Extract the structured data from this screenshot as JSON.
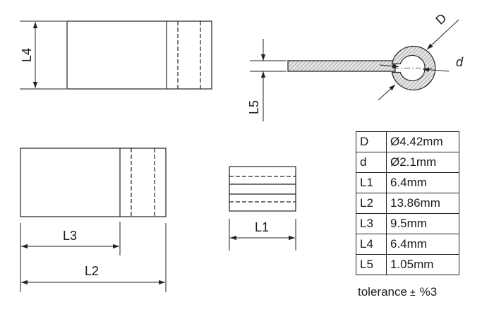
{
  "labels": {
    "L4": "L4",
    "L5": "L5",
    "D": "D",
    "d": "d",
    "L3": "L3",
    "L2": "L2",
    "L1": "L1"
  },
  "spec_table": [
    {
      "param": "D",
      "value": "Ø4.42mm"
    },
    {
      "param": "d",
      "value": "Ø2.1mm"
    },
    {
      "param": "L1",
      "value": "6.4mm"
    },
    {
      "param": "L2",
      "value": "13.86mm"
    },
    {
      "param": "L3",
      "value": "9.5mm"
    },
    {
      "param": "L4",
      "value": "6.4mm"
    },
    {
      "param": "L5",
      "value": "1.05mm"
    }
  ],
  "tolerance": {
    "text": "tolerance",
    "symbol": "±",
    "value": "%3"
  },
  "colors": {
    "line": "#222222",
    "hatch": "#8a8a8a"
  }
}
